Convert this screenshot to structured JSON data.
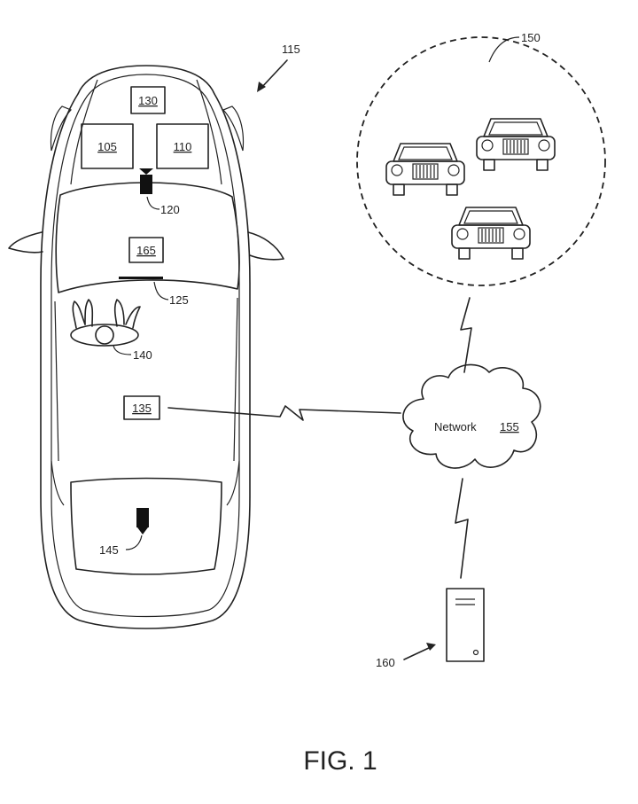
{
  "figure": {
    "caption": "FIG. 1",
    "labels": {
      "vehicle": "115",
      "computer_130": "130",
      "comp_105": "105",
      "comp_110": "110",
      "camera_front": "120",
      "display_165": "165",
      "sensor_125": "125",
      "occupant": "140",
      "comm_module": "135",
      "camera_rear": "145",
      "other_vehicles": "150",
      "network_text": "Network",
      "network_num": "155",
      "server": "160"
    }
  }
}
